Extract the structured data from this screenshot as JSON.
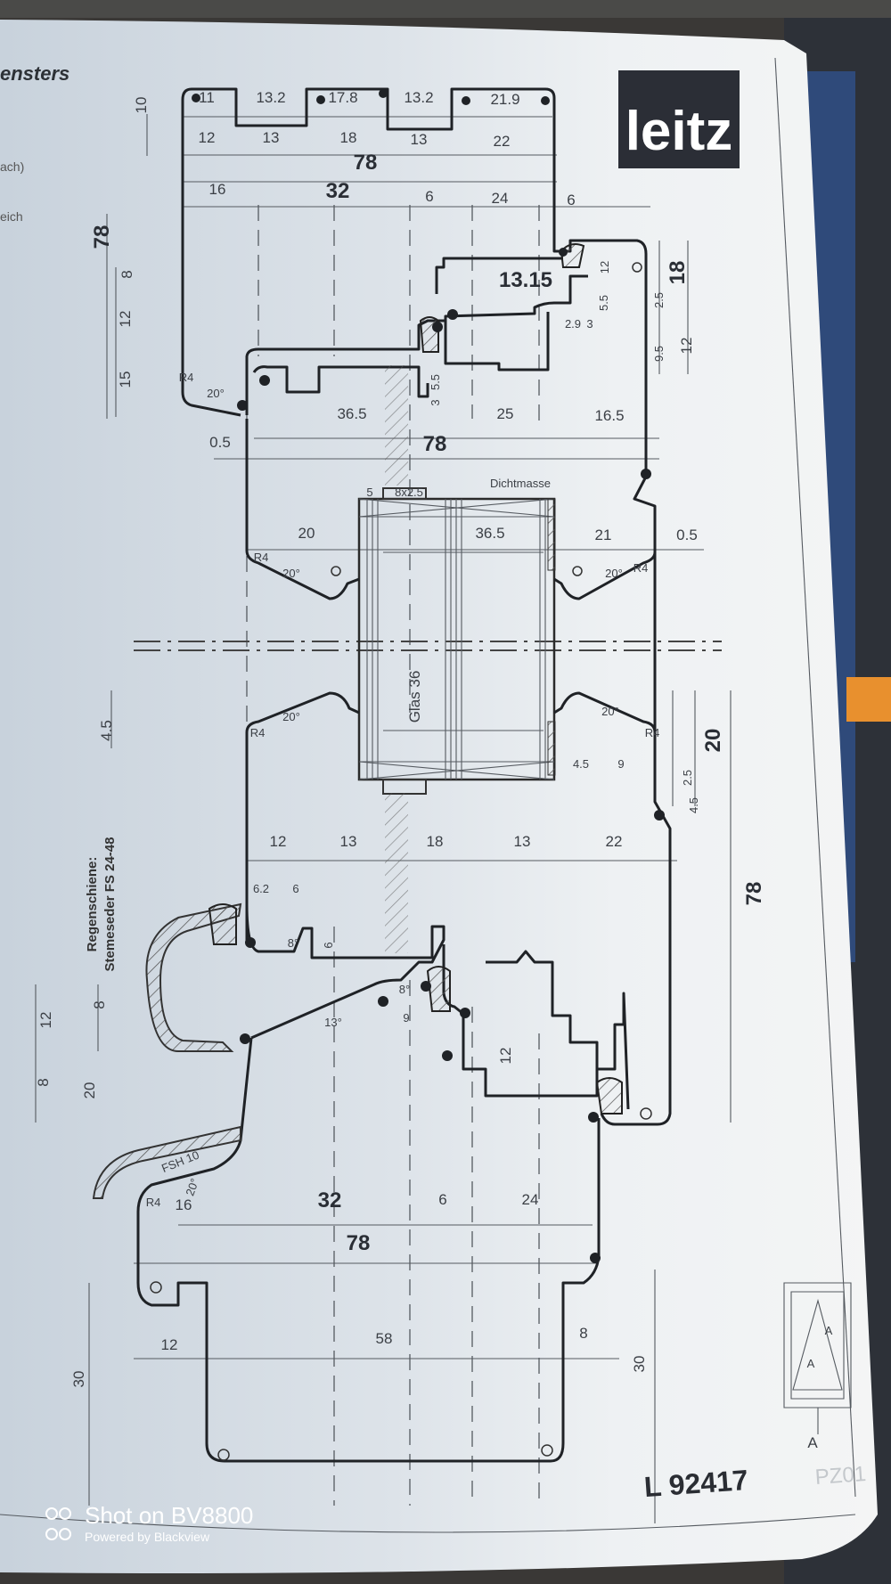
{
  "header": {
    "title_fragment": "ensters",
    "side_note_1": "ach)",
    "side_note_2": "eich"
  },
  "logo": {
    "text": "leitz"
  },
  "dimensions": [
    "11",
    "13.2",
    "17.8",
    "13.2",
    "21.9",
    "10",
    "12",
    "13",
    "18",
    "13",
    "22",
    "78",
    "16",
    "32",
    "6",
    "24",
    "6",
    "78",
    "8",
    "12",
    "15",
    "13.15",
    "12",
    "5.5",
    "2.9",
    "3",
    "2.5",
    "18",
    "9.5",
    "12",
    "5.5",
    "3",
    "R4",
    "20°",
    "36.5",
    "25",
    "16.5",
    "0.5",
    "78",
    "5",
    "8x2.5",
    "Dichtmasse",
    "20",
    "36.5",
    "21",
    "0.5",
    "R4",
    "20°",
    "20°",
    "R4",
    "20°",
    "R4",
    "Glas 36",
    "20°",
    "R4",
    "20",
    "4.5",
    "9",
    "2.5",
    "4.5",
    "4.5",
    "12",
    "13",
    "18",
    "13",
    "22",
    "6.2",
    "6",
    "8°",
    "6",
    "78",
    "8°",
    "13°",
    "9",
    "12",
    "12",
    "8",
    "8",
    "20",
    "FSH 10",
    "R4",
    "16",
    "20°",
    "32",
    "6",
    "24",
    "78",
    "12",
    "58",
    "8",
    "30",
    "30",
    "A",
    "A",
    "A"
  ],
  "rain_rail": {
    "line1": "Regenschiene:",
    "line2": "Stemeseder  FS 24-48"
  },
  "drawing_number": "L 92417",
  "sheet_code": "PZ01",
  "watermark": {
    "line1": "Shot on BV8800",
    "line2": "Powered by Blackview"
  },
  "colors": {
    "paper": "#e9edf0",
    "ink": "#1f2226",
    "logo_bg": "#2b2e36"
  }
}
